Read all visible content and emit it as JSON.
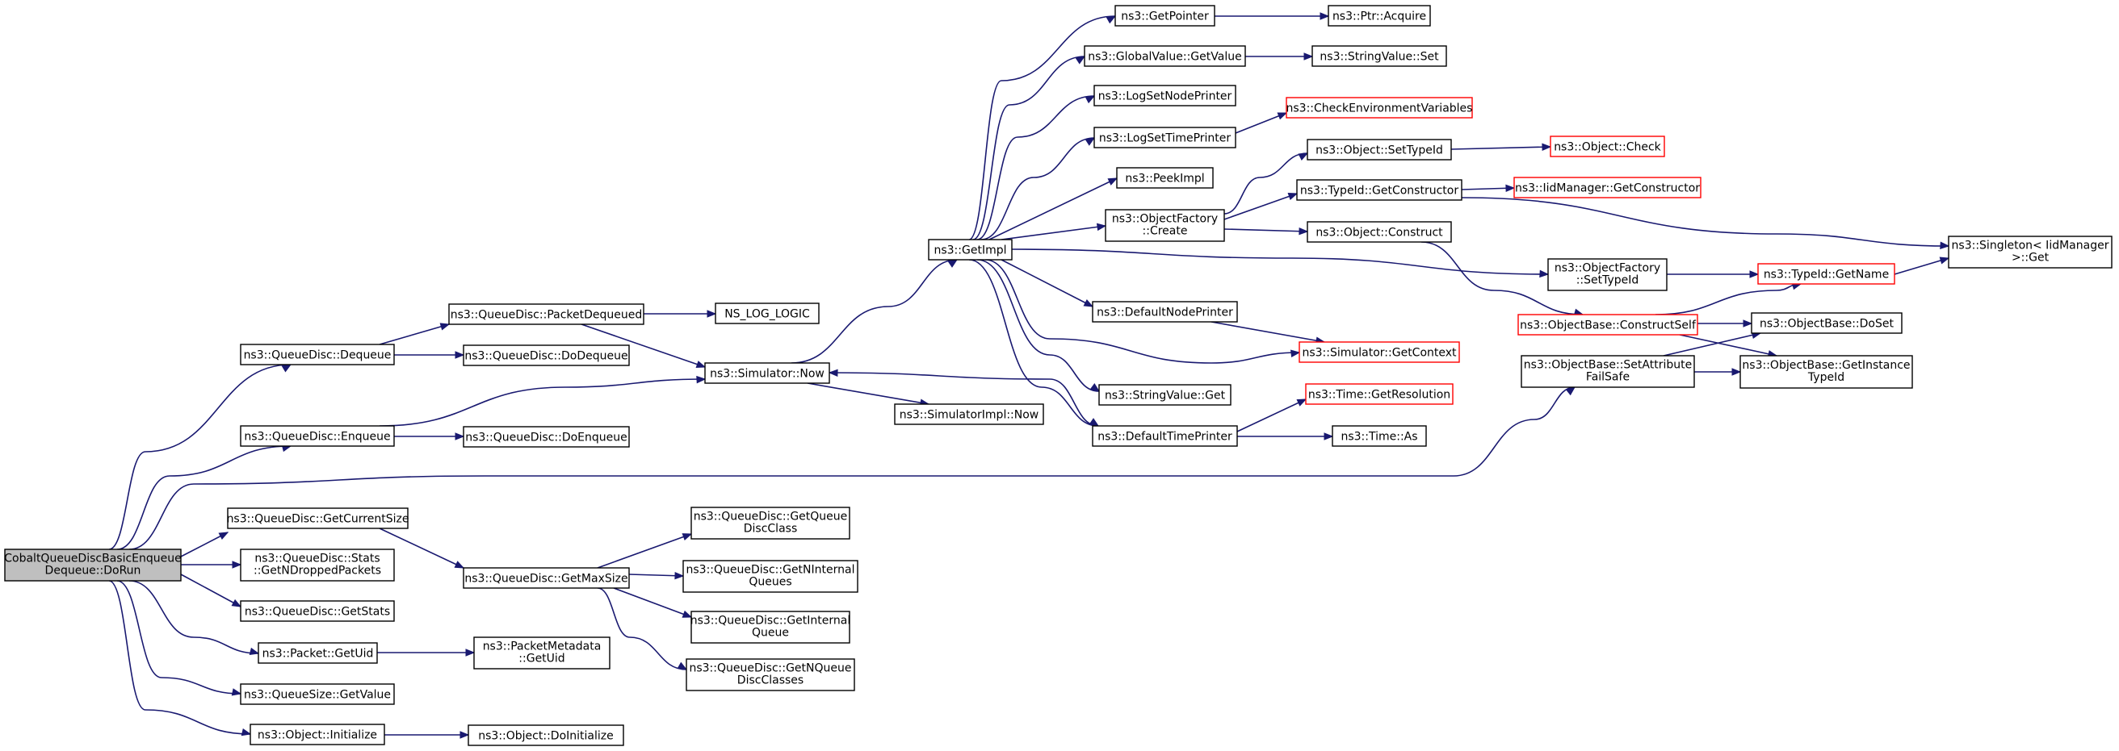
{
  "colors": {
    "edge": "#191970",
    "missing_node_border": "#ff0000",
    "root_fill": "#bfbfbf"
  },
  "nodes": {
    "root": [
      "CobaltQueueDiscBasicEnqueue",
      "Dequeue::DoRun"
    ],
    "dequeue": [
      "ns3::QueueDisc::Dequeue"
    ],
    "enqueue": [
      "ns3::QueueDisc::Enqueue"
    ],
    "get_current_size": [
      "ns3::QueueDisc::GetCurrentSize"
    ],
    "stats_dropped": [
      "ns3::QueueDisc::Stats",
      "::GetNDroppedPackets"
    ],
    "get_stats": [
      "ns3::QueueDisc::GetStats"
    ],
    "packet_get_uid": [
      "ns3::Packet::GetUid"
    ],
    "queue_size_get_value": [
      "ns3::QueueSize::GetValue"
    ],
    "object_initialize": [
      "ns3::Object::Initialize"
    ],
    "packet_dequeued": [
      "ns3::QueueDisc::PacketDequeued"
    ],
    "do_dequeue": [
      "ns3::QueueDisc::DoDequeue"
    ],
    "do_enqueue": [
      "ns3::QueueDisc::DoEnqueue"
    ],
    "get_max_size": [
      "ns3::QueueDisc::GetMaxSize"
    ],
    "packet_metadata_get_uid": [
      "ns3::PacketMetadata",
      "::GetUid"
    ],
    "object_do_initialize": [
      "ns3::Object::DoInitialize"
    ],
    "ns_log_logic": [
      "NS_LOG_LOGIC"
    ],
    "simulator_now": [
      "ns3::Simulator::Now"
    ],
    "get_queue_disc_class": [
      "ns3::QueueDisc::GetQueue",
      "DiscClass"
    ],
    "get_n_internal_queues": [
      "ns3::QueueDisc::GetNInternal",
      "Queues"
    ],
    "get_internal_queue": [
      "ns3::QueueDisc::GetInternal",
      "Queue"
    ],
    "get_n_queue_disc_classes": [
      "ns3::QueueDisc::GetNQueue",
      "DiscClasses"
    ],
    "simulator_impl_now": [
      "ns3::SimulatorImpl::Now"
    ],
    "get_impl": [
      "ns3::GetImpl"
    ],
    "get_pointer": [
      "ns3::GetPointer"
    ],
    "global_value_get_value": [
      "ns3::GlobalValue::GetValue"
    ],
    "log_set_node_printer": [
      "ns3::LogSetNodePrinter"
    ],
    "log_set_time_printer": [
      "ns3::LogSetTimePrinter"
    ],
    "peek_impl": [
      "ns3::PeekImpl"
    ],
    "object_factory_create": [
      "ns3::ObjectFactory",
      "::Create"
    ],
    "default_node_printer": [
      "ns3::DefaultNodePrinter"
    ],
    "string_value_get": [
      "ns3::StringValue::Get"
    ],
    "default_time_printer": [
      "ns3::DefaultTimePrinter"
    ],
    "ptr_acquire": [
      "ns3::Ptr::Acquire"
    ],
    "string_value_set": [
      "ns3::StringValue::Set"
    ],
    "check_env_vars": [
      "ns3::CheckEnvironmentVariables"
    ],
    "object_set_type_id": [
      "ns3::Object::SetTypeId"
    ],
    "type_id_get_constructor": [
      "ns3::TypeId::GetConstructor"
    ],
    "object_construct": [
      "ns3::Object::Construct"
    ],
    "simulator_get_context": [
      "ns3::Simulator::GetContext"
    ],
    "time_get_resolution": [
      "ns3::Time::GetResolution"
    ],
    "time_as": [
      "ns3::Time::As"
    ],
    "object_factory_set_type_id": [
      "ns3::ObjectFactory",
      "::SetTypeId"
    ],
    "object_base_construct_self": [
      "ns3::ObjectBase::ConstructSelf"
    ],
    "object_base_set_attribute_fail_safe": [
      "ns3::ObjectBase::SetAttribute",
      "FailSafe"
    ],
    "object_check": [
      "ns3::Object::Check"
    ],
    "iid_manager_get_constructor": [
      "ns3::IidManager::GetConstructor"
    ],
    "type_id_get_name": [
      "ns3::TypeId::GetName"
    ],
    "object_base_do_set": [
      "ns3::ObjectBase::DoSet"
    ],
    "object_base_get_instance_type_id": [
      "ns3::ObjectBase::GetInstance",
      "TypeId"
    ],
    "singleton_get": [
      "ns3::Singleton< IidManager",
      " >::Get"
    ]
  }
}
